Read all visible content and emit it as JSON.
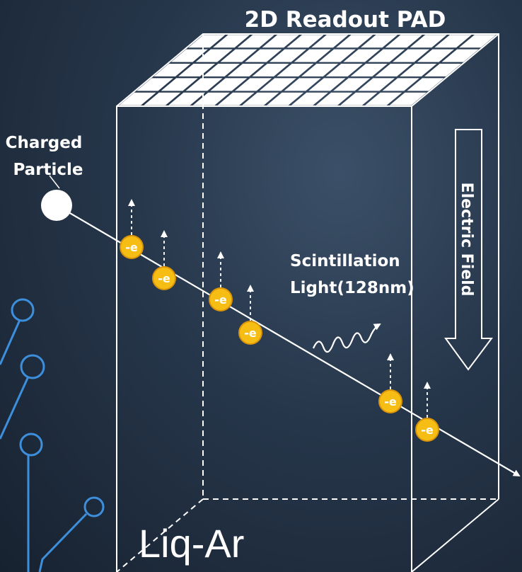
{
  "diagram": {
    "title": "2D Readout PAD",
    "particle_label_line1": "Charged",
    "particle_label_line2": "Particle",
    "electric_field_label": "Electric Field",
    "scintillation_line1": "Scintillation",
    "scintillation_line2": "Light(128nm)",
    "medium_label": "Liq-Ar",
    "electron_label": "-e",
    "electron_count": 6
  },
  "colors": {
    "background": "#26364a",
    "electron_fill": "#f6be15",
    "electron_stroke": "#d9940a",
    "circuit_blue": "#3d8fdc",
    "line_white": "#ffffff"
  }
}
